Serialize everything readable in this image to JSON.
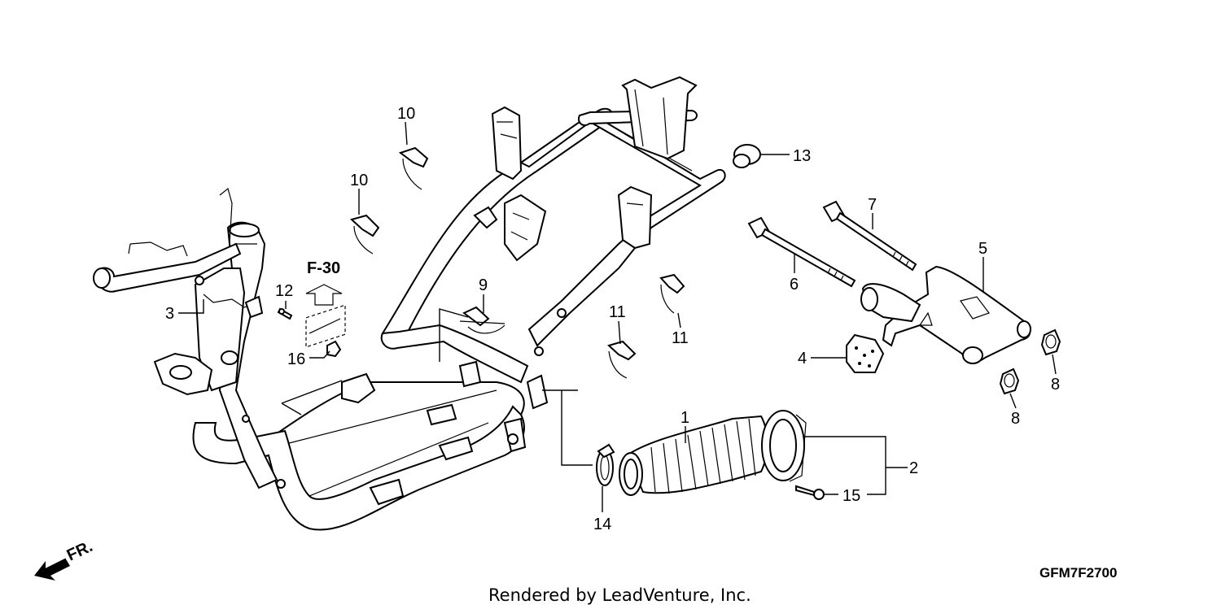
{
  "diagram": {
    "callouts": {
      "c1": "1",
      "c2": "2",
      "c3": "3",
      "c4": "4",
      "c5": "5",
      "c6": "6",
      "c7": "7",
      "c8a": "8",
      "c8b": "8",
      "c9": "9",
      "c10a": "10",
      "c10b": "10",
      "c11a": "11",
      "c11b": "11",
      "c12": "12",
      "c13": "13",
      "c14": "14",
      "c15": "15",
      "c16": "16"
    },
    "reference": "F-30",
    "front_marker": "FR.",
    "diagram_code": "GFM7F2700",
    "footer": "Rendered by LeadVenture, Inc."
  }
}
